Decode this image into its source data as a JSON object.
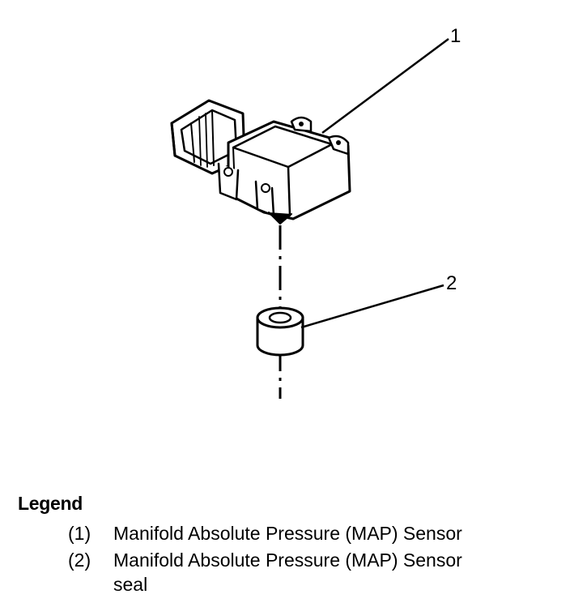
{
  "callouts": [
    {
      "number": "1"
    },
    {
      "number": "2"
    }
  ],
  "legend": {
    "title": "Legend",
    "items": [
      {
        "number": "(1)",
        "text": "Manifold Absolute Pressure (MAP) Sensor"
      },
      {
        "number": "(2)",
        "text": "Manifold Absolute Pressure (MAP) Sensor seal"
      }
    ]
  },
  "parts": [
    {
      "name": "map-sensor-icon"
    },
    {
      "name": "sensor-seal-icon"
    }
  ]
}
